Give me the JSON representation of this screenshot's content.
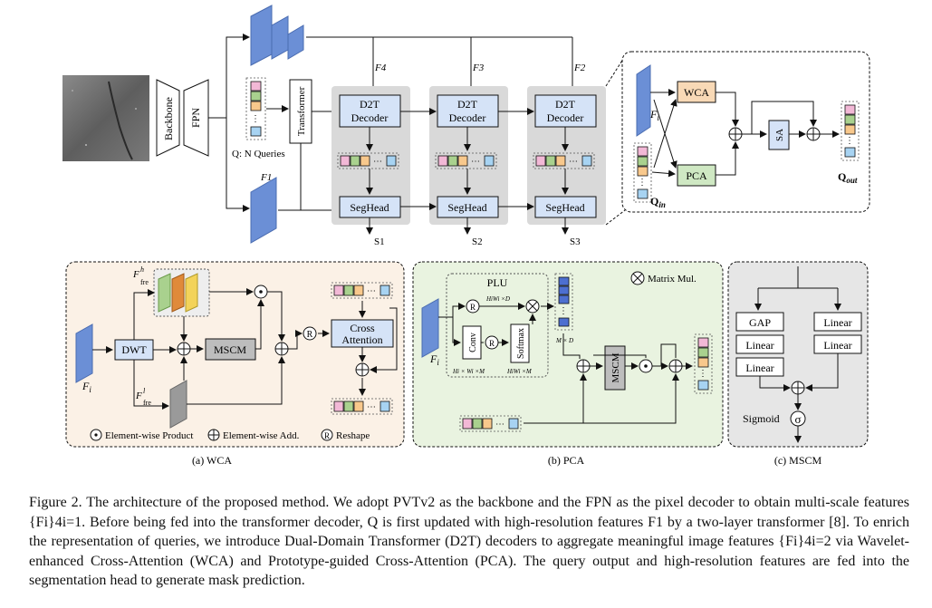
{
  "figure": {
    "top": {
      "backbone": "Backbone",
      "fpn": "FPN",
      "transformer": "Transformer",
      "queries_label": "Q: N Queries",
      "features": [
        "F4",
        "F3",
        "F2",
        "F1"
      ],
      "decoders": [
        "D2T Decoder",
        "D2T Decoder",
        "D2T Decoder"
      ],
      "segheads": [
        "SegHead",
        "SegHead",
        "SegHead"
      ],
      "outputs": [
        "S1",
        "S2",
        "S3"
      ]
    },
    "d2t_detail": {
      "input_feature": "Fi",
      "wca": "WCA",
      "pca": "PCA",
      "sa": "SA",
      "q_in": "Qin",
      "q_out": "Qout"
    },
    "wca_panel": {
      "caption": "(a) WCA",
      "dwt": "DWT",
      "mscm": "MSCM",
      "input": "Fi",
      "f_fre_h": "F^h_fre",
      "f_fre_l": "F^l_fre",
      "cross_attention": "Cross Attention",
      "legend": [
        "Element-wise Product",
        "Element-wise Add.",
        "Reshape"
      ]
    },
    "pca_panel": {
      "caption": "(b) PCA",
      "plu": "PLU",
      "conv": "Conv",
      "softmax": "Softmax",
      "mscm": "MSCM",
      "input": "Fi",
      "dim_hw_d": "HiWi×D",
      "dim_hw_m": "Hi×Wi×M",
      "dim_hwm": "HiWi×M",
      "dim_md": "M×D",
      "legend": "Matrix Mul."
    },
    "mscm_panel": {
      "caption": "(c) MSCM",
      "gap": "GAP",
      "linear": "Linear",
      "sigmoid": "Sigmoid",
      "sigma": "σ"
    }
  },
  "caption": {
    "label": "Figure 2.",
    "text": "The architecture of the proposed method. We adopt PVTv2 as the backbone and the FPN as the pixel decoder to obtain multi-scale features {Fi}4i=1. Before being fed into the transformer decoder, Q is first updated with high-resolution features F1 by a two-layer transformer [8]. To enrich the representation of queries, we introduce Dual-Domain Transformer (D2T) decoders to aggregate meaningful image features {Fi}4i=2 via Wavelet-enhanced Cross-Attention (WCA) and Prototype-guided Cross-Attention (PCA). The query output and high-resolution features are fed into the segmentation head to generate mask prediction.",
    "ref_color": "#1f3fb5"
  },
  "colors": {
    "feature_blue": "#6b8fd6",
    "decoder_fill": "#d5e3f7",
    "panel_gray": "#d9d9d9",
    "wca_panel_bg": "#fbf1e6",
    "pca_panel_bg": "#e9f3e0",
    "mscm_panel_bg": "#e6e6e6",
    "wca_fill": "#f8d9b6",
    "pca_fill": "#cfe8c3",
    "q_pink": "#f2b8d6",
    "q_green": "#a9d18e",
    "q_orange": "#f8c88c",
    "q_blue": "#a7d3f2"
  }
}
